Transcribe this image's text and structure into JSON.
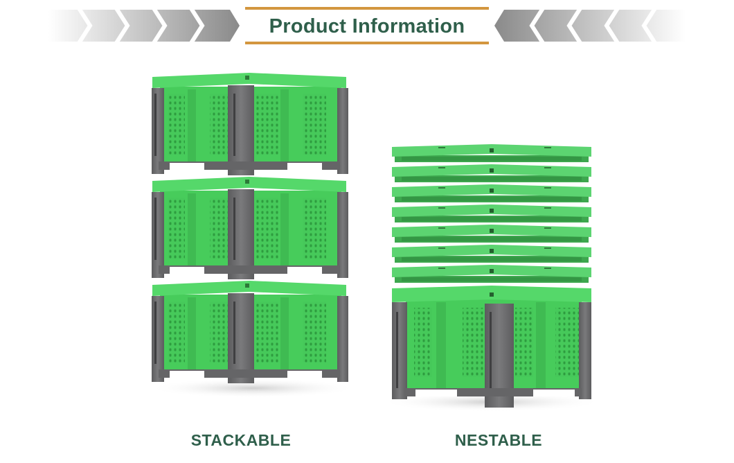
{
  "header": {
    "title": "Product Information",
    "accent_color": "#d3963f",
    "title_color": "#2f5f4b",
    "left_decoration": "chevron-right-arrows",
    "right_decoration": "chevron-left-arrows"
  },
  "products": [
    {
      "label": "STACKABLE",
      "image": "three green pallet bins stacked on top of each other",
      "units": 3
    },
    {
      "label": "NESTABLE",
      "image": "green pallet bins nested inside one another",
      "units": 8
    }
  ],
  "colors": {
    "bin_green": "#4fd363",
    "bin_green_dark": "#34b84b",
    "leg_gray": "#6e6e70",
    "leg_gray_dark": "#58585a"
  }
}
